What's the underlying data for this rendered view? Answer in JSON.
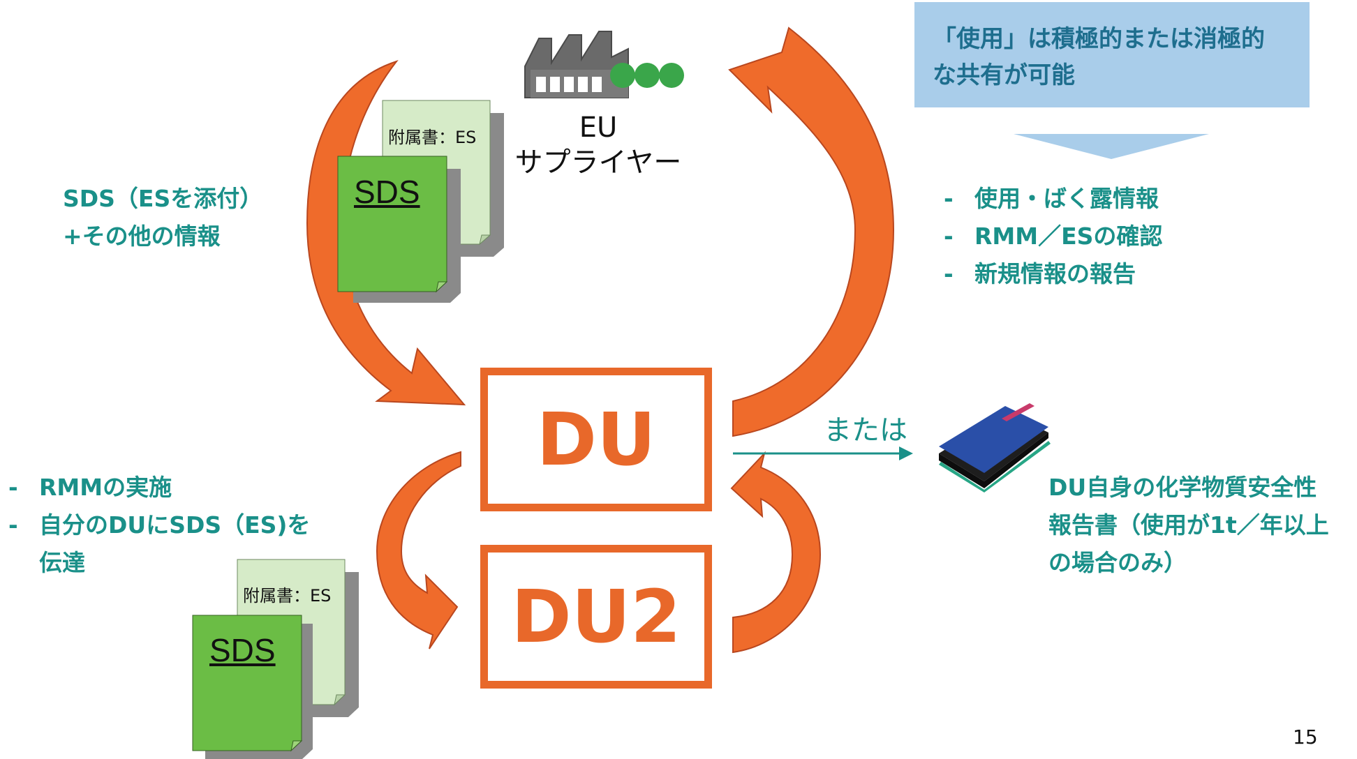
{
  "diagram": {
    "supplier": {
      "line1": "EU",
      "line2": "サプライヤー"
    },
    "du_label": "DU",
    "du2_label": "DU2",
    "or_label": "または",
    "page_number": "15",
    "callout": {
      "line1": "「使用」は積極的または消極的",
      "line2": "な共有が可能"
    },
    "left_top_text": {
      "line1": "SDS（ESを添付）",
      "line2": "+その他の情報"
    },
    "right_list": [
      {
        "dash": "-",
        "text": "使用・ばく露情報"
      },
      {
        "dash": "-",
        "text": "RMM／ESの確認"
      },
      {
        "dash": "-",
        "text": "新規情報の報告"
      }
    ],
    "left_bottom_list": [
      {
        "dash": "-",
        "text": "RMMの実施"
      },
      {
        "dash": "-",
        "text": "自分のDUにSDS（ES)を"
      },
      {
        "dash": "",
        "text": "伝達"
      }
    ],
    "report_text": {
      "line1": "DU自身の化学物質安全性",
      "line2": "報告書（使用が1t／年以上",
      "line3": "の場合のみ）"
    },
    "doc_top": {
      "annex": "附属書：ES",
      "sds": "SDS"
    },
    "doc_bottom": {
      "annex": "附属書：ES",
      "sds": "SDS"
    }
  },
  "colors": {
    "arrow_orange": "#ef6b2b",
    "arrow_dark": "#c8502a",
    "teal_text": "#1a9089",
    "callout_fill": "#a9cdea",
    "doc_green": "#6bbd45",
    "doc_pale": "#d6ebc8"
  }
}
